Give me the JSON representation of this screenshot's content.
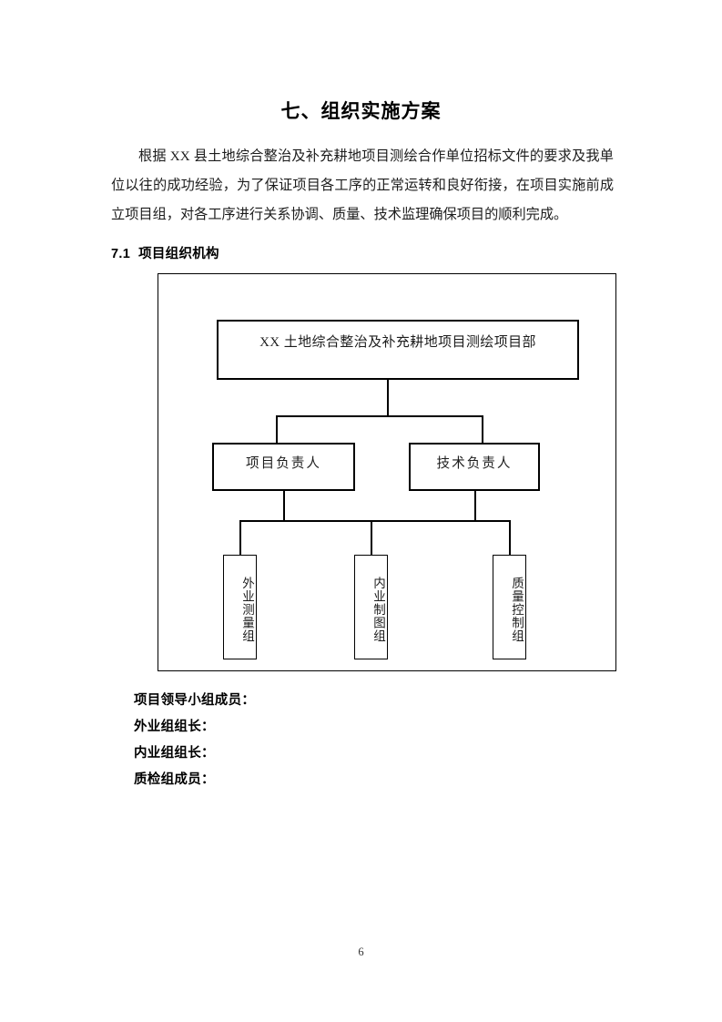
{
  "document": {
    "title": "七、组织实施方案",
    "body_paragraph": "根据 XX 县土地综合整治及补充耕地项目测绘合作单位招标文件的要求及我单位以往的成功经验，为了保证项目各工序的正常运转和良好衔接，在项目实施前成立项目组，对各工序进行关系协调、质量、技术监理确保项目的顺利完成。",
    "page_number": "6"
  },
  "section": {
    "number": "7.1",
    "title": "项目组织机构"
  },
  "org_chart": {
    "root": "XX 土地综合整治及补充耕地项目测绘项目部",
    "level2": [
      "项目负责人",
      "技术负责人"
    ],
    "level3": [
      "外业测量组",
      "内业制图组",
      "质量控制组"
    ]
  },
  "members": [
    "项目领导小组成员：",
    "外业组组长：",
    "内业组组长：",
    "质检组成员："
  ],
  "colors": {
    "text": "#1c1c1c",
    "line": "#000000",
    "background": "#ffffff"
  }
}
